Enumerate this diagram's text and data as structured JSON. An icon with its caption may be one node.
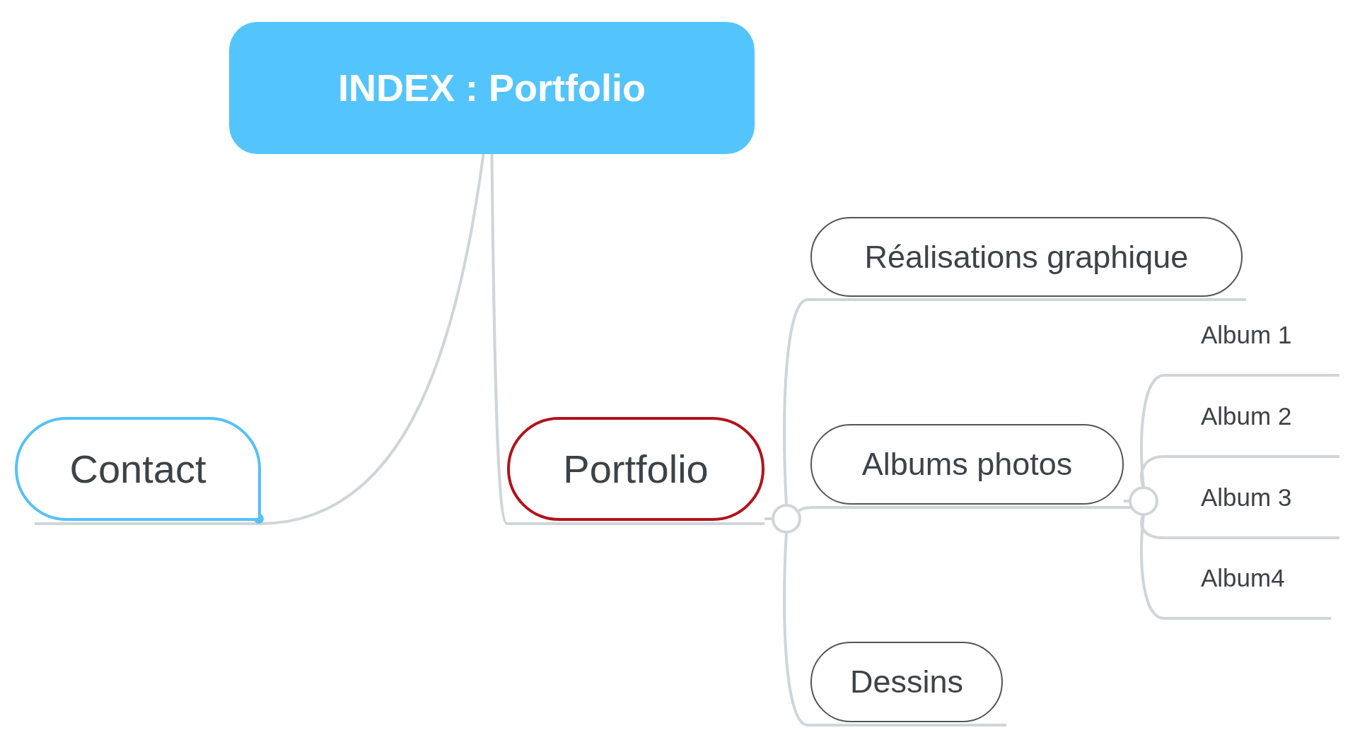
{
  "diagram": {
    "nodes": [
      {
        "text": [
          "INDEX : Portfolio"
        ]
      },
      {
        "text": [
          "Contact"
        ]
      },
      {
        "text": [
          "Portfolio"
        ]
      },
      {
        "text": [
          "Réalisations graphique"
        ]
      },
      {
        "text": [
          "Albums photos"
        ]
      },
      {
        "text": [
          "Dessins"
        ]
      },
      {
        "text": [
          "Album 1"
        ]
      },
      {
        "text": [
          "Album 2"
        ]
      },
      {
        "text": [
          "Album 3"
        ]
      },
      {
        "text": [
          "Album4"
        ]
      }
    ],
    "edges": [
      {
        "from": 0,
        "to": 1,
        "arrow": "none"
      },
      {
        "from": 0,
        "to": 2,
        "arrow": "none"
      },
      {
        "from": 2,
        "to": 3,
        "arrow": "none"
      },
      {
        "from": 2,
        "to": 4,
        "arrow": "none"
      },
      {
        "from": 2,
        "to": 5,
        "arrow": "none"
      },
      {
        "from": 4,
        "to": 6,
        "arrow": "none"
      },
      {
        "from": 4,
        "to": 7,
        "arrow": "none"
      },
      {
        "from": 4,
        "to": 8,
        "arrow": "none"
      },
      {
        "from": 4,
        "to": 9,
        "arrow": "none"
      }
    ]
  }
}
